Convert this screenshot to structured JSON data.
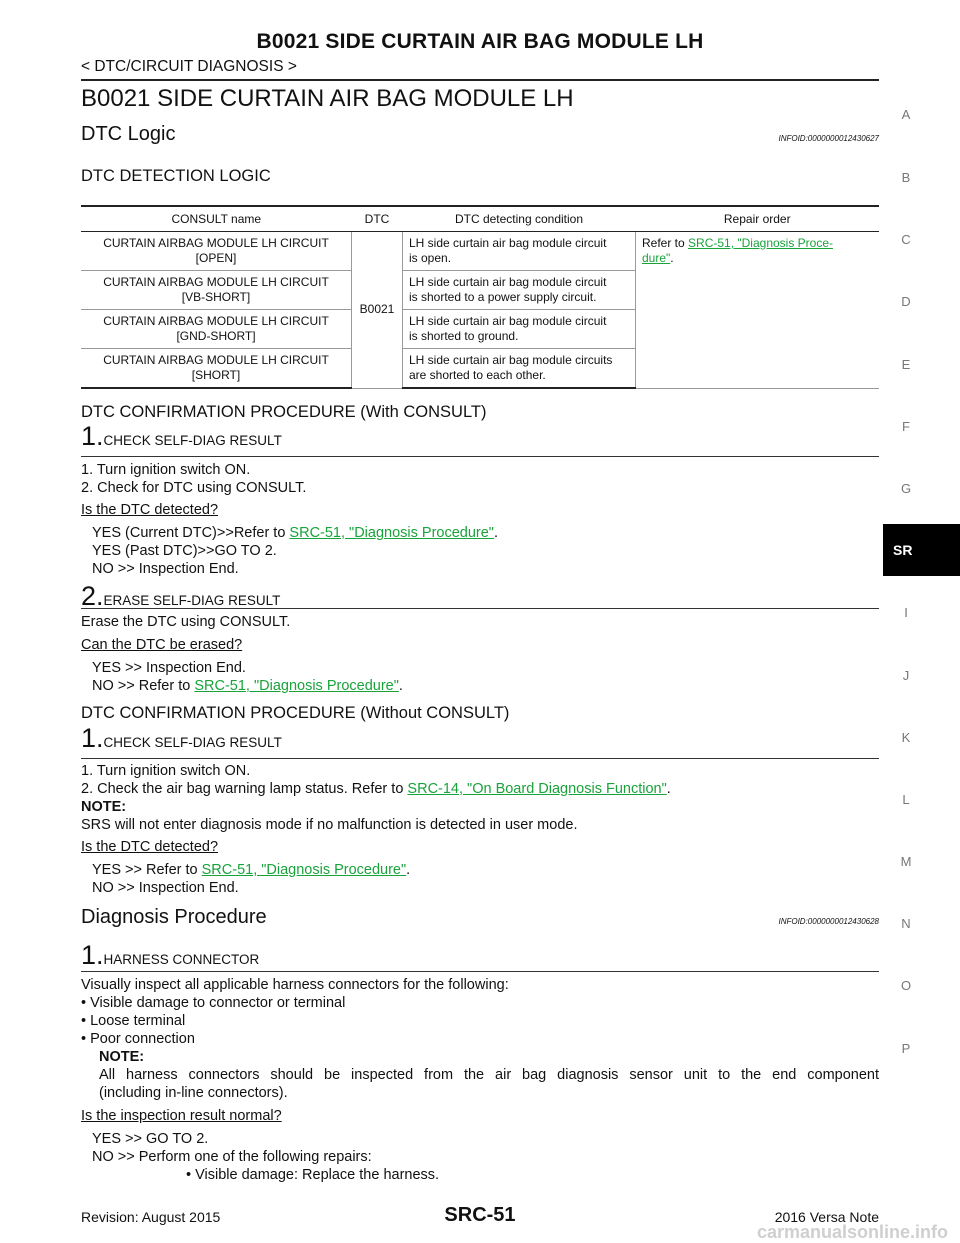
{
  "header": {
    "title": "B0021 SIDE CURTAIN AIR BAG MODULE LH",
    "subtitle": "< DTC/CIRCUIT DIAGNOSIS >"
  },
  "page_title": "B0021 SIDE CURTAIN AIR BAG MODULE LH",
  "dtc_logic": {
    "heading": "DTC Logic",
    "infoid": "INFOID:0000000012430627",
    "detection_heading": "DTC DETECTION LOGIC",
    "table": {
      "headers": [
        "CONSULT name",
        "DTC",
        "DTC detecting condition",
        "Repair order"
      ],
      "dtc": "B0021",
      "rows": [
        {
          "name1": "CURTAIN AIRBAG MODULE LH CIRCUIT",
          "name2": "[OPEN]",
          "condition1": "LH side curtain air bag module circuit",
          "condition2": "is open."
        },
        {
          "name1": "CURTAIN AIRBAG MODULE LH CIRCUIT",
          "name2": "[VB-SHORT]",
          "condition1": "LH side curtain air bag module circuit",
          "condition2": "is shorted to a power supply circuit."
        },
        {
          "name1": "CURTAIN AIRBAG MODULE LH CIRCUIT",
          "name2": "[GND-SHORT]",
          "condition1": "LH side curtain air bag module circuit",
          "condition2": "is shorted to ground."
        },
        {
          "name1": "CURTAIN AIRBAG MODULE LH CIRCUIT",
          "name2": "[SHORT]",
          "condition1": "LH side curtain air bag module circuits",
          "condition2": "are shorted to each other."
        }
      ],
      "repair_prefix": "Refer to ",
      "repair_link1": "SRC-51, \"Diagnosis Proce-",
      "repair_link2": "dure\"",
      "repair_suffix": "."
    }
  },
  "with_consult": {
    "heading": "DTC CONFIRMATION PROCEDURE (With CONSULT)",
    "step1": {
      "num": "1.",
      "title": "CHECK SELF-DIAG RESULT",
      "lines": [
        "1.   Turn ignition switch ON.",
        "2.   Check for DTC using CONSULT."
      ],
      "question": "Is the DTC detected?",
      "yes_current_prefix": "YES (Current DTC)>>Refer to ",
      "yes_current_link": "SRC-51, \"Diagnosis Procedure\"",
      "yes_current_suffix": ".",
      "yes_past": "YES (Past DTC)>>GO TO 2.",
      "no": "NO       >> Inspection End."
    },
    "step2": {
      "num": "2.",
      "title": "ERASE SELF-DIAG RESULT",
      "line": "Erase the DTC using CONSULT.",
      "question": "Can the DTC be erased?",
      "yes": "YES     >> Inspection End.",
      "no_prefix": "NO       >> Refer to ",
      "no_link": "SRC-51, \"Diagnosis Procedure\"",
      "no_suffix": "."
    }
  },
  "without_consult": {
    "heading": "DTC CONFIRMATION PROCEDURE (Without CONSULT)",
    "step1": {
      "num": "1.",
      "title": "CHECK SELF-DIAG RESULT",
      "line1": "1.   Turn ignition switch ON.",
      "line2_prefix": "2.   Check the air bag warning lamp status. Refer to ",
      "line2_link": "SRC-14, \"On Board Diagnosis Function\"",
      "line2_suffix": ".",
      "note_label": "NOTE:",
      "note_text": "SRS will not enter diagnosis mode if no malfunction is detected in user mode.",
      "question": "Is the DTC detected?",
      "yes_prefix": "YES     >> Refer to ",
      "yes_link": "SRC-51, \"Diagnosis Procedure\"",
      "yes_suffix": ".",
      "no": "NO       >> Inspection End."
    }
  },
  "diagnosis": {
    "heading": "Diagnosis Procedure",
    "infoid": "INFOID:0000000012430628",
    "step1": {
      "num": "1.",
      "title": "HARNESS CONNECTOR",
      "intro": "Visually inspect all applicable harness connectors for the following:",
      "bullets": [
        "•  Visible damage to connector or terminal",
        "•  Loose terminal",
        "•  Poor connection"
      ],
      "note_label": "NOTE:",
      "note_text1": "All harness connectors should be inspected from the air bag diagnosis sensor unit to the end component",
      "note_text2": "(including in-line connectors).",
      "question": "Is the inspection result normal?",
      "yes": "YES     >> GO TO 2.",
      "no": "NO       >>    Perform one of the following repairs:",
      "no_bullet": "•  Visible damage: Replace the harness."
    }
  },
  "side_index": [
    "A",
    "B",
    "C",
    "D",
    "E",
    "F",
    "G",
    "SR",
    "I",
    "J",
    "K",
    "L",
    "M",
    "N",
    "O",
    "P"
  ],
  "footer": {
    "revision": "Revision: August 2015",
    "page": "SRC-51",
    "model": "2016 Versa Note",
    "watermark": "carmanualsonline.info"
  }
}
